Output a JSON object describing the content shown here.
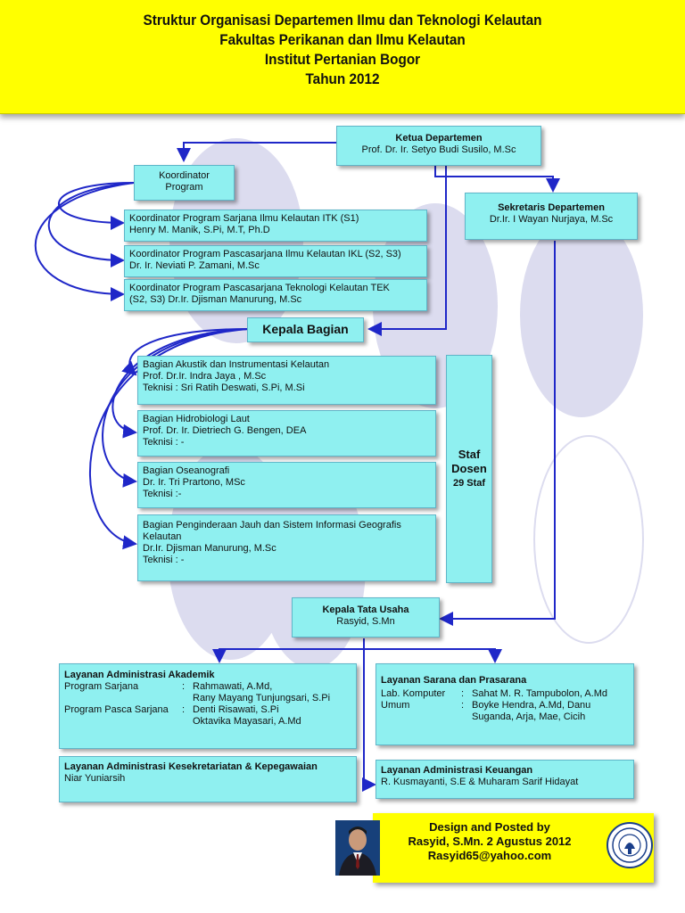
{
  "title": {
    "lines": [
      "Struktur Organisasi Departemen Ilmu dan Teknologi Kelautan",
      "Fakultas Perikanan dan Ilmu Kelautan",
      "Institut Pertanian Bogor",
      "Tahun 2012"
    ]
  },
  "ketua": {
    "title": "Ketua Departemen",
    "name": "Prof. Dr. Ir. Setyo Budi Susilo, M.Sc"
  },
  "koordinator": {
    "line1": "Koordinator",
    "line2": "Program"
  },
  "programs": [
    {
      "line1": "Koordinator Program Sarjana Ilmu Kelautan ITK (S1)",
      "line2": "Henry M. Manik, S.Pi, M.T, Ph.D"
    },
    {
      "line1": "Koordinator Program Pascasarjana Ilmu Kelautan IKL (S2, S3)",
      "line2": "Dr. Ir. Neviati P. Zamani, M.Sc"
    },
    {
      "line1": "Koordinator Program Pascasarjana Teknologi Kelautan TEK",
      "line2": "(S2, S3) Dr.Ir. Djisman Manurung, M.Sc"
    }
  ],
  "sekretaris": {
    "title": "Sekretaris Departemen",
    "name": "Dr.Ir. I Wayan Nurjaya, M.Sc"
  },
  "kepala_bagian": {
    "label": "Kepala Bagian"
  },
  "bagian": [
    {
      "lines": [
        "Bagian Akustik dan Instrumentasi Kelautan",
        "Prof. Dr.Ir. Indra Jaya , M.Sc",
        "Teknisi :  Sri Ratih Deswati, S.Pi, M.Si"
      ]
    },
    {
      "lines": [
        "Bagian Hidrobiologi Laut",
        "Prof. Dr. Ir. Dietriech G. Bengen, DEA",
        "Teknisi : -"
      ]
    },
    {
      "lines": [
        "Bagian Oseanografi",
        "Dr. Ir. Tri Prartono, MSc",
        "Teknisi :-"
      ]
    },
    {
      "lines": [
        "Bagian Penginderaan Jauh dan Sistem Informasi Geografis",
        "Kelautan",
        "Dr.Ir. Djisman Manurung, M.Sc",
        "Teknisi : -"
      ]
    }
  ],
  "staf": {
    "line1": "Staf",
    "line2": "Dosen",
    "line3": "29 Staf"
  },
  "kepala_tu": {
    "title": "Kepala Tata Usaha",
    "name": "Rasyid, S.Mn"
  },
  "layanan_akademik": {
    "title": "Layanan Administrasi Akademik",
    "rows": [
      {
        "label": "Program Sarjana",
        "sep": ":",
        "value": "Rahmawati, A.Md,"
      },
      {
        "label": "",
        "sep": "",
        "value": "Rany Mayang Tunjungsari, S.Pi"
      },
      {
        "label": "Program Pasca Sarjana",
        "sep": ":",
        "value": "Denti Risawati, S.Pi"
      },
      {
        "label": "",
        "sep": "",
        "value": "Oktavika Mayasari, A.Md"
      }
    ]
  },
  "layanan_sarana": {
    "title": "Layanan Sarana dan Prasarana",
    "rows": [
      {
        "label": "Lab. Komputer",
        "sep": ":",
        "value": "Sahat M. R. Tampubolon, A.Md"
      },
      {
        "label": "Umum",
        "sep": ":",
        "value": "Boyke Hendra, A.Md, Danu"
      },
      {
        "label": "",
        "sep": "",
        "value": "Suganda, Arja, Mae, Cicih"
      }
    ]
  },
  "layanan_kesekretariatan": {
    "title": "Layanan Administrasi Kesekretariatan & Kepegawaian",
    "name": "Niar Yuniarsih"
  },
  "layanan_keuangan": {
    "title": "Layanan Administrasi Keuangan",
    "name": "R. Kusmayanti, S.E  & Muharam Sarif Hidayat"
  },
  "credit": {
    "line1": "Design and Posted by",
    "line2": "Rasyid, S.Mn.  2 Agustus 2012",
    "line3": "Rasyid65@yahoo.com"
  },
  "colors": {
    "header": "#ffff00",
    "box": "#8ff0f0",
    "arrow": "#1f27c8",
    "credit": "#ffff00"
  }
}
